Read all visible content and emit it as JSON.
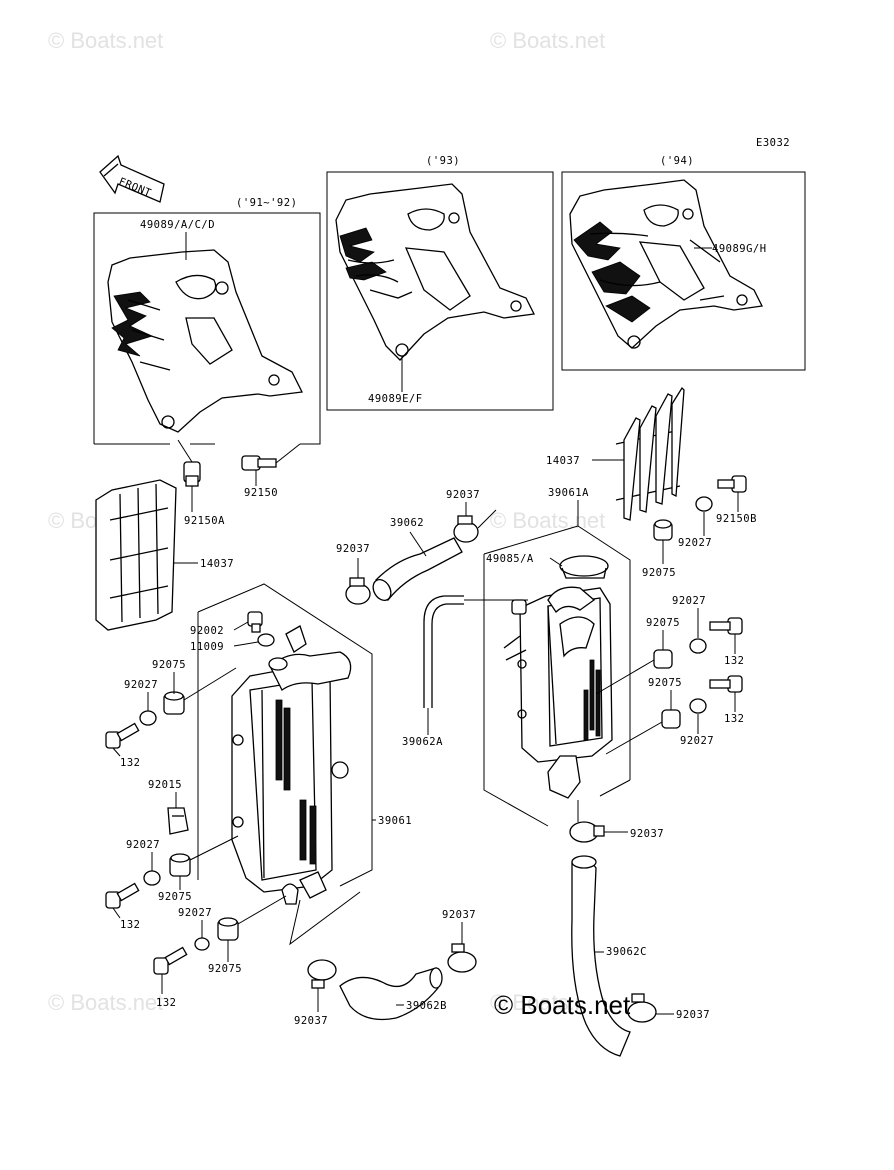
{
  "diagram": {
    "code": "E3032",
    "front_label": "FRONT",
    "watermarks": [
      "© Boats.net",
      "© Boats.net",
      "© Boats.net",
      "© Boats.net",
      "© Boats.net",
      "© Boats.net"
    ],
    "main_watermark": "© Boats.net",
    "boxes": {
      "box1_year": "('91~'92)",
      "box2_year": "('93)",
      "box3_year": "('94)"
    },
    "labels": {
      "p49089acd": "49089/A/C/D",
      "p49089ef": "49089E/F",
      "p49089gh": "49089G/H",
      "p92150": "92150",
      "p92150a": "92150A",
      "p14037_left": "14037",
      "p14037_right": "14037",
      "p92150b": "92150B",
      "p92027_r1": "92027",
      "p92075_r1": "92075",
      "p92037_top": "92037",
      "p39061a": "39061A",
      "p39062": "39062",
      "p92037_left": "92037",
      "p49085a": "49085/A",
      "p92002": "92002",
      "p11009": "11009",
      "p92075_l1": "92075",
      "p92027_l1": "92027",
      "p132_l1": "132",
      "p92027_r2": "92027",
      "p92075_r2": "92075",
      "p132_r1": "132",
      "p92075_r3": "92075",
      "p132_r2": "132",
      "p92027_r3": "92027",
      "p39062a": "39062A",
      "p92015": "92015",
      "p39061": "39061",
      "p92037_mid": "92037",
      "p92027_l2": "92027",
      "p92075_l2": "92075",
      "p132_l2": "132",
      "p92027_l3": "92027",
      "p92075_l3": "92075",
      "p132_l3": "132",
      "p92037_bc": "92037",
      "p39062c": "39062C",
      "p92037_bl": "92037",
      "p39062b": "39062B",
      "p92037_br": "92037"
    }
  }
}
